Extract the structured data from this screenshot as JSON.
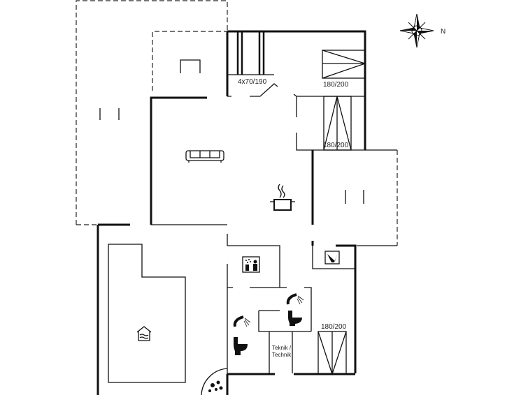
{
  "plan": {
    "compass_label": "N",
    "rooms": {
      "bunk_label": "4x70/190",
      "bed1_label": "180/200",
      "bed2_label": "180/200",
      "bed3_label": "180/200",
      "utility_label_1": "Teknik /",
      "utility_label_2": "Technik"
    }
  },
  "colors": {
    "line": "#111111",
    "background": "#ffffff"
  }
}
